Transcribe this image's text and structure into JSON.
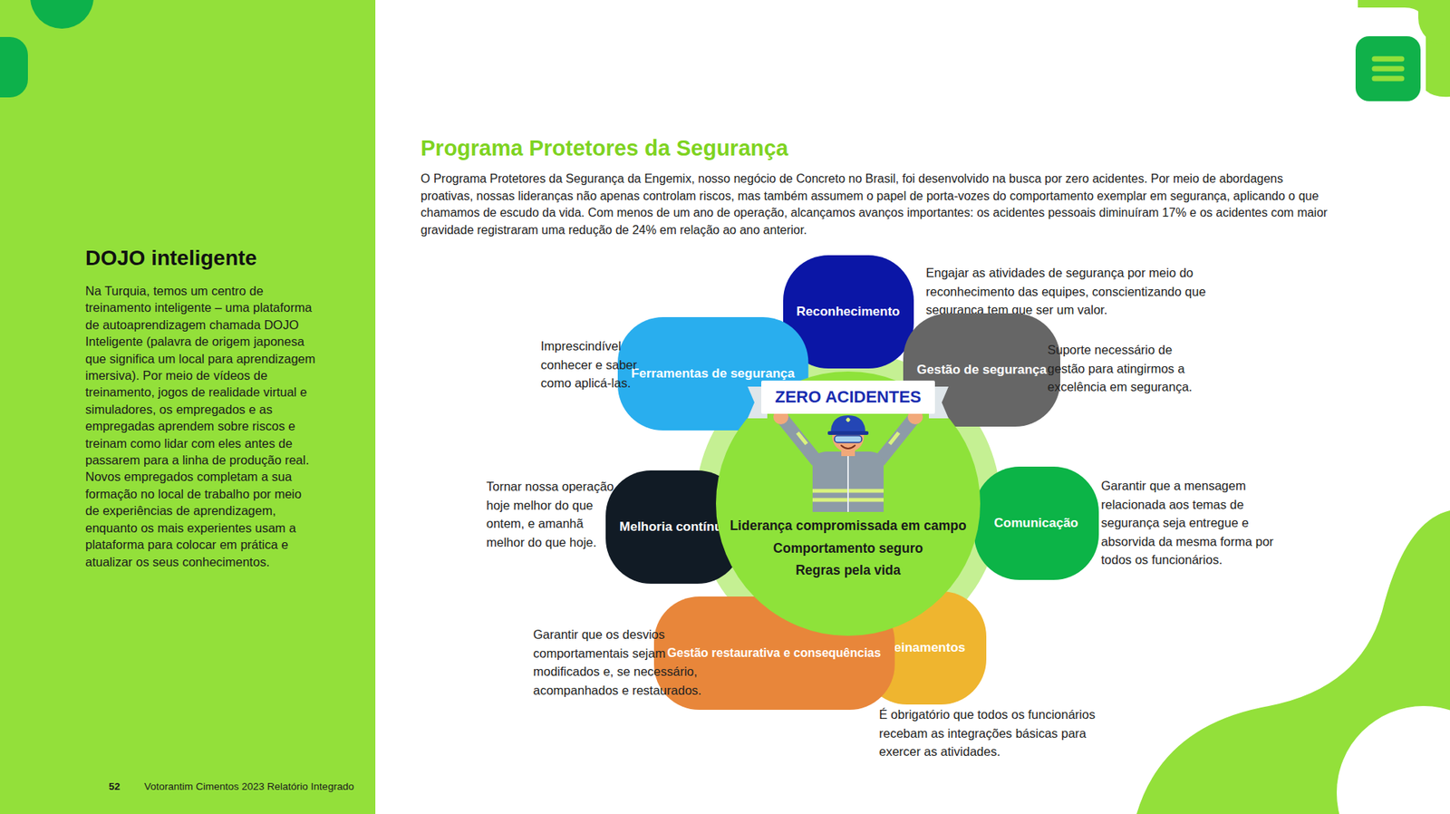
{
  "diagram": {
    "title": "Programa Protetores da Segurança",
    "nodes": [
      {
        "text": [
          "DOJO inteligente",
          "Na Turquia, temos um centro de treinamento inteligente – uma plataforma de autoaprendizagem chamada DOJO Inteligente (palavra de origem japonesa que significa um local para aprendizagem imersiva). Por meio de vídeos de treinamento, jogos de realidade virtual e simuladores, os empregados e as empregadas aprendem sobre riscos e treinam como lidar com eles antes de passarem para a linha de produção real. Novos empregados completam a sua formação no local de trabalho por meio de experiências de aprendizagem, enquanto os mais experientes usam a plataforma para colocar em prática e atualizar os seus conhecimentos."
        ]
      },
      {
        "text": [
          "Liderança compromissada em campo",
          "Comportamento seguro",
          "Regras pela vida"
        ]
      },
      {
        "text": [
          "ZERO ACIDENTES"
        ],
        "in": 1
      },
      {
        "text": [
          "Reconhecimento",
          "Engajar as atividades de segurança por meio do reconhecimento das equipes, conscientizando que segurança tem que ser um valor."
        ]
      },
      {
        "text": [
          "Gestão de segurança",
          "Suporte necessário de gestão para atingirmos a excelência em segurança."
        ]
      },
      {
        "text": [
          "Comunicação",
          "Garantir que a mensagem relacionada aos temas de segurança seja entregue e absorvida da mesma forma por todos os funcionários."
        ]
      },
      {
        "text": [
          "Treinamentos",
          "É obrigatório que todos os funcionários recebam as integrações básicas para exercer as atividades."
        ]
      },
      {
        "text": [
          "Gestão restaurativa e consequências",
          "Garantir que os desvios comportamentais sejam modificados e, se necessário, acompanhados e restaurados."
        ]
      },
      {
        "text": [
          "Melhoria contínua",
          "Tornar nossa operação hoje melhor do que ontem, e amanhã melhor do que hoje."
        ]
      },
      {
        "text": [
          "Ferramentas de segurança",
          "Imprescindível conhecer e saber como aplicá-las."
        ]
      }
    ],
    "labels": [
      "O Programa Protetores da Segurança da Engemix, nosso negócio de Concreto no Brasil, foi desenvolvido na busca por zero acidentes. Por meio de abordagens proativas, nossas lideranças não apenas controlam riscos, mas também assumem o papel de porta-vozes do comportamento exemplar em segurança, aplicando o que chamamos de escudo da vida. Com menos de um ano de operação, alcançamos avanços importantes: os acidentes pessoais diminuíram 17% e os acidentes com maior gravidade registraram uma redução de 24% em relação ao ano anterior.",
      "52",
      "Votorantim Cimentos 2023 Relatório Integrado"
    ]
  }
}
